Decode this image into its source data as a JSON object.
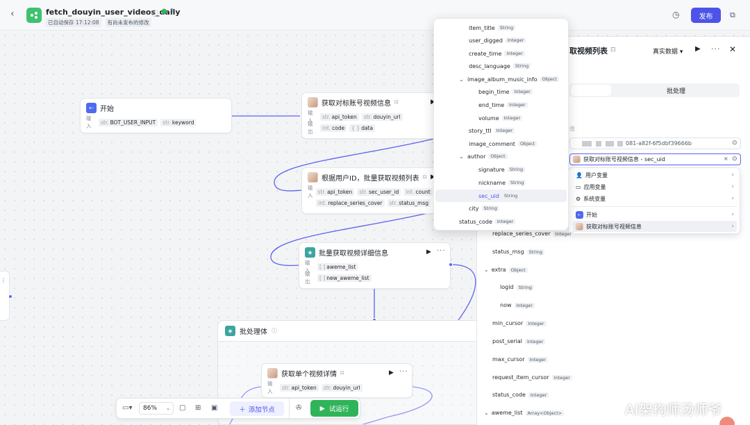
{
  "topbar": {
    "back": "‹",
    "title": "fetch_douyin_user_videos_daily",
    "autosave": "已自动保存 17:12:08",
    "unpublished": "有尚未发布的修改",
    "publish": "发布"
  },
  "nodes": {
    "start": {
      "title": "开始",
      "input_label": "输入",
      "inputs": [
        {
          "type": "str.",
          "name": "BOT_USER_INPUT"
        },
        {
          "type": "str.",
          "name": "keyword"
        }
      ]
    },
    "get_account": {
      "title": "获取对标账号视频信息",
      "input_label": "输入",
      "output_label": "输出",
      "inputs": [
        {
          "type": "str.",
          "name": "api_token"
        },
        {
          "type": "str.",
          "name": "douyin_url"
        }
      ],
      "outputs": [
        {
          "type": "int.",
          "name": "code"
        },
        {
          "type": "{ }",
          "name": "data"
        }
      ]
    },
    "batch_list": {
      "title": "根据用户ID，批量获取视频列表",
      "input_label": "输入",
      "inputs": [
        {
          "type": "str.",
          "name": "api_token"
        },
        {
          "type": "str.",
          "name": "sec_user_id"
        },
        {
          "type": "int.",
          "name": "count"
        },
        {
          "type": "int.",
          "name": "replace_series_cover"
        },
        {
          "type": "str.",
          "name": "status_msg"
        }
      ]
    },
    "batch_detail": {
      "title": "批量获取视频详细信息",
      "input_label": "输入",
      "output_label": "输出",
      "inputs": [
        {
          "type": "[ ]",
          "name": "aweme_list"
        }
      ],
      "outputs": [
        {
          "type": "[ ]",
          "name": "new_aweme_list"
        }
      ]
    },
    "batch_body": {
      "title": "批处理体"
    },
    "single_detail": {
      "title": "获取单个视频详情",
      "input_label": "输入",
      "inputs": [
        {
          "type": "str.",
          "name": "api_token"
        },
        {
          "type": "str.",
          "name": "douyin_url"
        }
      ]
    }
  },
  "panel": {
    "title": "取视频列表",
    "mode": "真实数据",
    "tab_batch": "批处理",
    "sub_hint": "值",
    "field1_value": "081-a82f-6f5dbf39666b",
    "field2_value": "获取对标账号视频信息 - sec_uid",
    "var_menu": [
      {
        "label": "用户变量",
        "icon": "user-icon"
      },
      {
        "label": "应用变量",
        "icon": "folder-icon"
      },
      {
        "label": "系统变量",
        "icon": "gear-icon"
      },
      {
        "label": "开始",
        "icon": "start-icon"
      },
      {
        "label": "获取对标账号视频信息",
        "icon": "avatar-icon"
      }
    ],
    "fields": [
      {
        "name": "replace_series_cover",
        "type": "Integer"
      },
      {
        "name": "status_msg",
        "type": "String"
      },
      {
        "name": "extra",
        "type": "Object"
      },
      {
        "name": "logid",
        "type": "String"
      },
      {
        "name": "now",
        "type": "Integer"
      },
      {
        "name": "min_cursor",
        "type": "Integer"
      },
      {
        "name": "post_serial",
        "type": "Integer"
      },
      {
        "name": "max_cursor",
        "type": "Integer"
      },
      {
        "name": "request_item_cursor",
        "type": "Integer"
      },
      {
        "name": "status_code",
        "type": "Integer"
      },
      {
        "name": "aweme_list",
        "type": "Array<Object>"
      }
    ]
  },
  "tree": [
    {
      "name": "item_title",
      "type": "String"
    },
    {
      "name": "user_digged",
      "type": "Integer"
    },
    {
      "name": "create_time",
      "type": "Integer"
    },
    {
      "name": "desc_language",
      "type": "String"
    },
    {
      "name": "image_album_music_info",
      "type": "Object"
    },
    {
      "name": "begin_time",
      "type": "Integer"
    },
    {
      "name": "end_time",
      "type": "Integer"
    },
    {
      "name": "volume",
      "type": "Integer"
    },
    {
      "name": "story_ttl",
      "type": "Integer"
    },
    {
      "name": "image_comment",
      "type": "Object"
    },
    {
      "name": "author",
      "type": "Object"
    },
    {
      "name": "signature",
      "type": "String"
    },
    {
      "name": "nickname",
      "type": "String"
    },
    {
      "name": "sec_uid",
      "type": "String"
    },
    {
      "name": "city",
      "type": "String"
    },
    {
      "name": "status_code",
      "type": "Integer"
    }
  ],
  "toolbar": {
    "zoom": "86%",
    "add_node": "添加节点",
    "test_run": "试运行"
  },
  "watermark": "AI架构师汤师爷",
  "colors": {
    "primary": "#4d53e8",
    "run_green": "#2fb45a",
    "app_logo": "#3ec26f"
  }
}
